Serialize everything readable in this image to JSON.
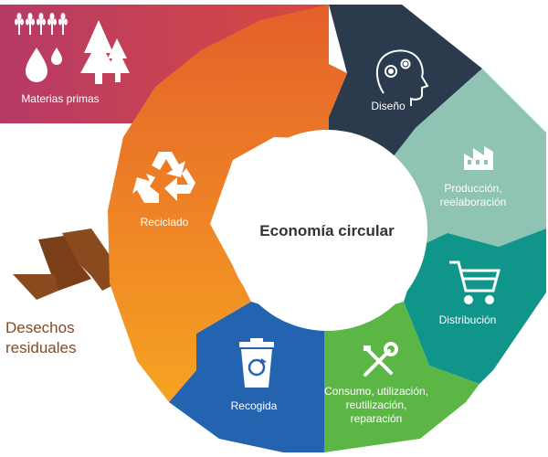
{
  "diagram": {
    "center_title": "Economía circular",
    "raw_materials": {
      "label": "Materias primas"
    },
    "waste": {
      "line1": "Desechos",
      "line2": "residuales"
    },
    "stages": [
      {
        "id": "diseno",
        "label": "Diseño",
        "icon": "head-gears-icon"
      },
      {
        "id": "produccion",
        "line1": "Producción,",
        "line2": "reelaboración",
        "icon": "factory-icon"
      },
      {
        "id": "distribucion",
        "label": "Distribución",
        "icon": "shopping-cart-icon"
      },
      {
        "id": "consumo",
        "line1": "Consumo, utilización,",
        "line2": "reutilización,",
        "line3": "reparación",
        "icon": "wrench-screwdriver-icon"
      },
      {
        "id": "recogida",
        "label": "Recogida",
        "icon": "recycle-bin-icon"
      },
      {
        "id": "reciclado",
        "label": "Reciclado",
        "icon": "recycle-icon"
      }
    ]
  },
  "colors": {
    "diseno": "#2b3a4c",
    "produccion": "#8fc3b3",
    "distribucion": "#10958a",
    "consumo": "#5cb645",
    "recogida": "#2463b0",
    "reciclado_top": "#e4602a",
    "reciclado_bottom": "#f6a322",
    "raw_left": "#b63a66",
    "raw_right": "#d7493f",
    "waste_arrow": "#8a4a1e",
    "center_text": "#333333"
  }
}
